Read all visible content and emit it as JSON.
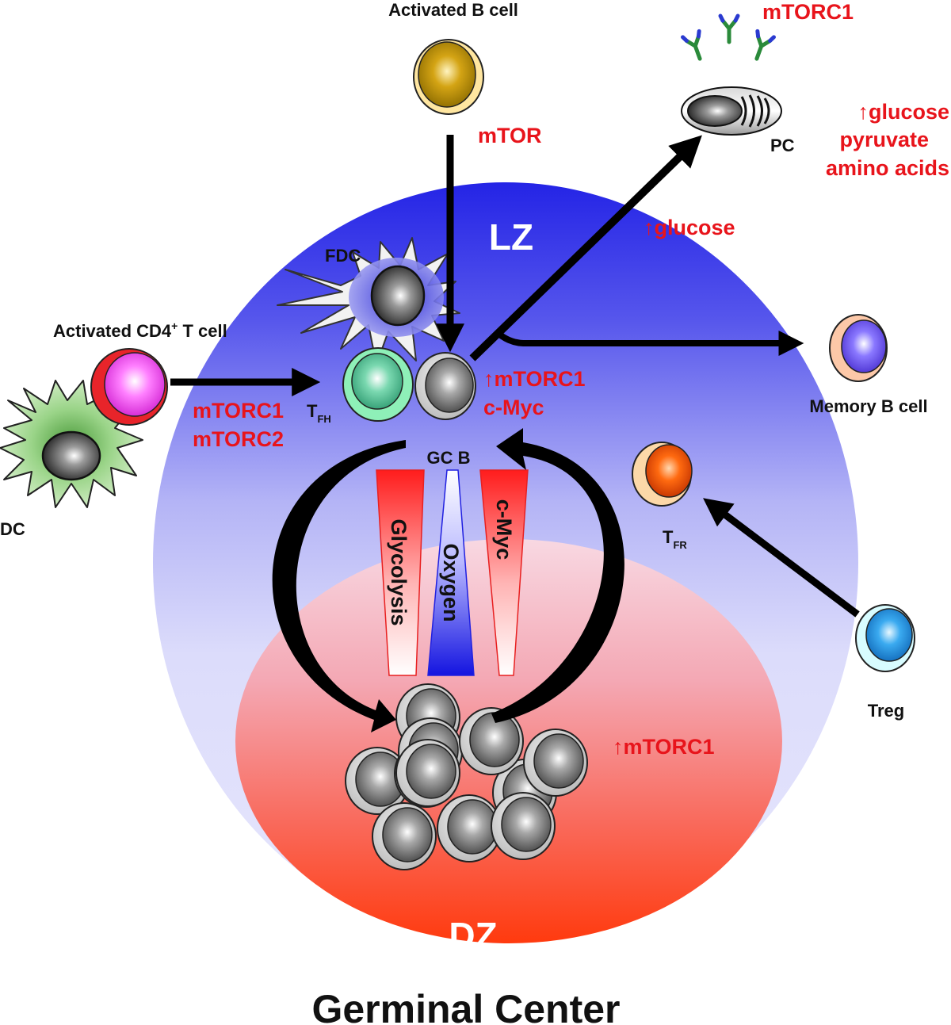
{
  "labels": {
    "activated_b_cell": "Activated B cell",
    "mtor": "mTOR",
    "mtorc1_pc": "mTORC1",
    "pc": "PC",
    "pc_metabolites": [
      "↑glucose",
      "pyruvate",
      "amino acids"
    ],
    "lz": "LZ",
    "glucose": "↑glucose",
    "fdc": "FDC",
    "activated_cd4_prefix": "Activated CD4",
    "activated_cd4_sup": "+",
    "activated_cd4_suffix": " T cell",
    "mtorc1_t": "mTORC1",
    "mtorc2_t": "mTORC2",
    "tfh_main": "T",
    "tfh_sub": "FH",
    "gcb_mtorc1": "↑mTORC1",
    "gcb_cmyc": "c-Myc",
    "memory_b_cell": "Memory B cell",
    "gc_b": "GC B",
    "tfr_main": "T",
    "tfr_sub": "FR",
    "glycolysis": "Glycolysis",
    "oxygen": "Oxygen",
    "cmyc_gradient": "c-Myc",
    "dc": "DC",
    "treg": "Treg",
    "dz_mtorc1": "↑mTORC1",
    "dz": "DZ",
    "title": "Germinal Center"
  },
  "colors": {
    "lz_blue": "#2a2ae6",
    "dz_red": "#ff4a1c",
    "label_red": "#e8141b",
    "tfh_green": "#5cd6a0",
    "activated_b_gold": "#d2a20e",
    "cd4_outer": "#e8242a",
    "cd4_inner": "#ff55ff",
    "tfr_orange": "#f04a00",
    "treg_blue": "#2ea8f0",
    "memory_b": "#7a66ff",
    "dc_green": "#8ed27a"
  }
}
